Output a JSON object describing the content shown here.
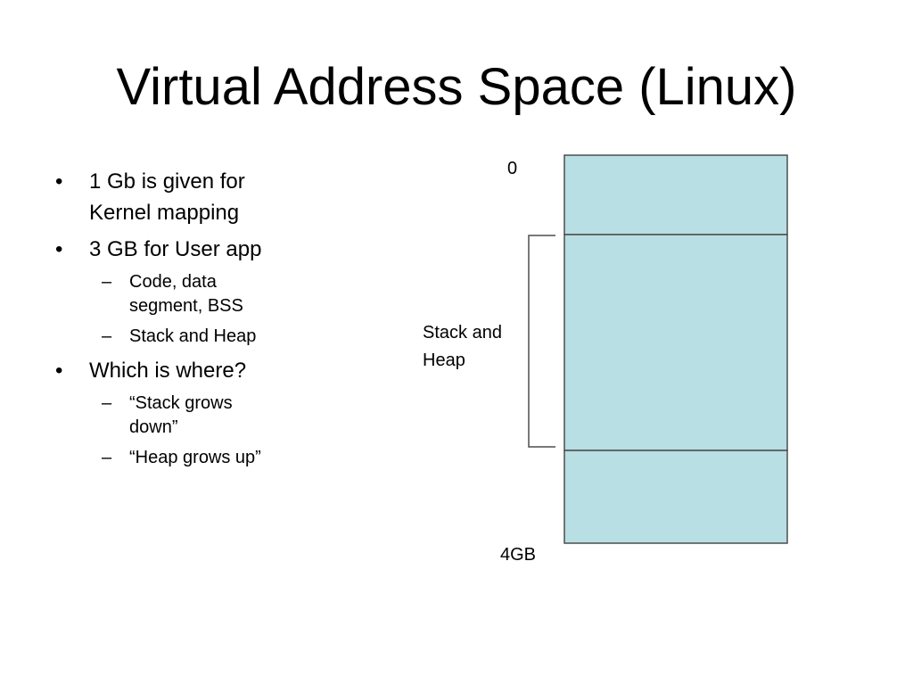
{
  "slide": {
    "title": "Virtual Address Space (Linux)"
  },
  "bullets": [
    {
      "text": "1 Gb is given for Kernel mapping",
      "lines": [
        "1 Gb is given for",
        "Kernel mapping"
      ],
      "sub": []
    },
    {
      "text": "3 GB for User app",
      "lines": [
        "3 GB for User app"
      ],
      "sub": [
        {
          "text": "Code, data segment, BSS",
          "lines": [
            "Code, data",
            "segment, BSS"
          ]
        },
        {
          "text": "Stack and Heap",
          "lines": [
            "Stack and Heap"
          ]
        }
      ]
    },
    {
      "text": "Which is where?",
      "lines": [
        "Which is where?"
      ],
      "sub": [
        {
          "text": "“Stack grows down”",
          "lines": [
            "“Stack grows",
            "down”"
          ]
        },
        {
          "text": "“Heap grows up”",
          "lines": [
            "“Heap grows up”"
          ]
        }
      ]
    }
  ],
  "markers": {
    "bullet": "•",
    "dash": "–"
  },
  "diagram": {
    "top_label": "0",
    "bottom_label": "4GB",
    "bracket_label_line1": "Stack and",
    "bracket_label_line2": "Heap",
    "fill_color": "#b8dfe3",
    "border_color": "#4d4d4d"
  }
}
